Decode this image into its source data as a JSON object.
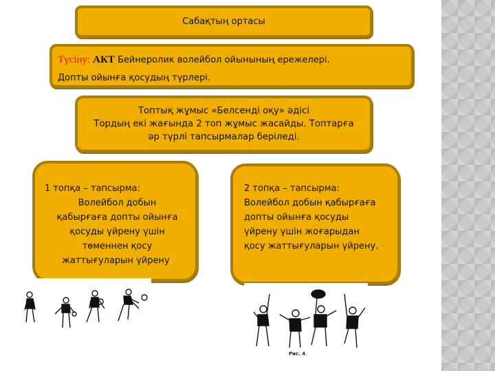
{
  "slide": {
    "title": "Сабақтың ортасы",
    "understanding": {
      "label": "Түсіну:",
      "bold": "АКТ",
      "line1_rest": " Бейнеролик волейбол ойынының ережелері.",
      "line2": "Допты ойынға қосудың түрлері."
    },
    "groupwork": {
      "line1": "Топтық жұмыс «Белсенді оқу» әдісі",
      "line2": "Тордың екі жағында 2 топ жұмыс жасайды. Топтарға",
      "line3": "әр түрлі тапсырмалар беріледі."
    },
    "task1": {
      "heading": "1 топқа – тапсырма:",
      "lines": [
        "Волейбол добын",
        "қабырғаға допты ойынға",
        "қосуды үйрену үшін",
        "төменнен қосу",
        "жаттығуларын үйрену"
      ],
      "trailing": "."
    },
    "task2": {
      "heading": "2 топқа – тапсырма:",
      "lines": [
        "Волейбол добын қабырғаға",
        "допты ойынға қосуды",
        "үйрену үшін жоғарыдан",
        "қосу жаттығуларын үйрену."
      ]
    },
    "images": {
      "left": "underhand-serve-illustration",
      "right": "overhand-serve-illustration",
      "right_caption": "Рис. 4"
    },
    "colors": {
      "box_fill": "#f0ae00",
      "box_border": "#a97e0c",
      "accent_red": "#e21b1b",
      "side_strip": "#c9c9c9"
    }
  }
}
